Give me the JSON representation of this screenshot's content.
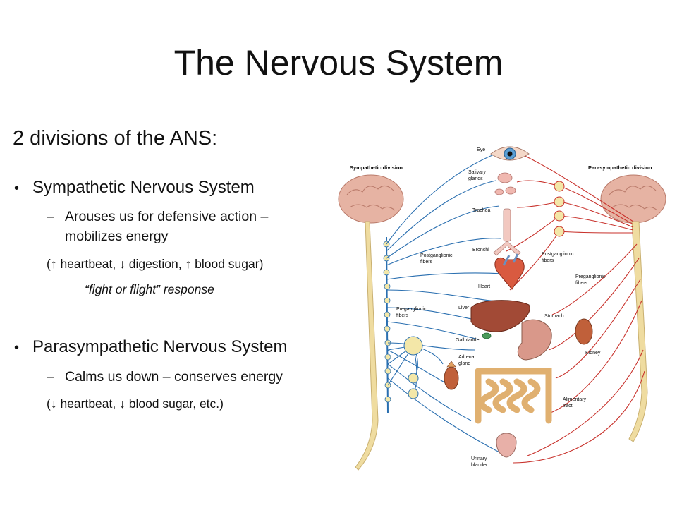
{
  "slide": {
    "title": "The Nervous System",
    "subtitle": "2 divisions of the ANS:",
    "sympathetic": {
      "heading": "Sympathetic Nervous System",
      "desc_underlined": "Arouses",
      "desc_rest_line1": " us for defensive action –",
      "desc_line2": "mobilizes energy",
      "effects": "(↑ heartbeat, ↓ digestion, ↑ blood sugar)",
      "response": "“fight or flight” response"
    },
    "parasympathetic": {
      "heading": "Parasympathetic Nervous System",
      "desc_underlined": "Calms",
      "desc_rest": " us down – conserves energy",
      "effects": "(↓ heartbeat, ↓ blood sugar, etc.)"
    },
    "dash": "–",
    "bullet_glyph": "•"
  },
  "diagram": {
    "left_title": "Sympathetic division",
    "right_title": "Parasympathetic division",
    "labels": {
      "eye": "Eye",
      "salivary1": "Salivary",
      "salivary2": "glands",
      "trachea": "Trachea",
      "bronchi": "Bronchi",
      "postg_l1": "Postganglionic",
      "postg_l2": "fibers",
      "postg_r1": "Postganglionic",
      "postg_r2": "fibers",
      "heart": "Heart",
      "preg_r1": "Preganglionic",
      "preg_r2": "fibers",
      "preg_l1": "Preganglionic",
      "preg_l2": "fibers",
      "liver": "Liver",
      "stomach": "Stomach",
      "gallbladder": "Gallbladder",
      "kidney": "Kidney",
      "adrenal1": "Adrenal",
      "adrenal2": "gland",
      "alimentary1": "Alimentary",
      "alimentary2": "tract",
      "urinary1": "Urinary",
      "urinary2": "bladder"
    },
    "colors": {
      "sympathetic_nerve": "#2a6fb0",
      "parasympathetic_nerve": "#c8312b",
      "brain": "#e6b3a3",
      "spine": "#efdca0",
      "ganglion": "#f3e7a8"
    }
  }
}
